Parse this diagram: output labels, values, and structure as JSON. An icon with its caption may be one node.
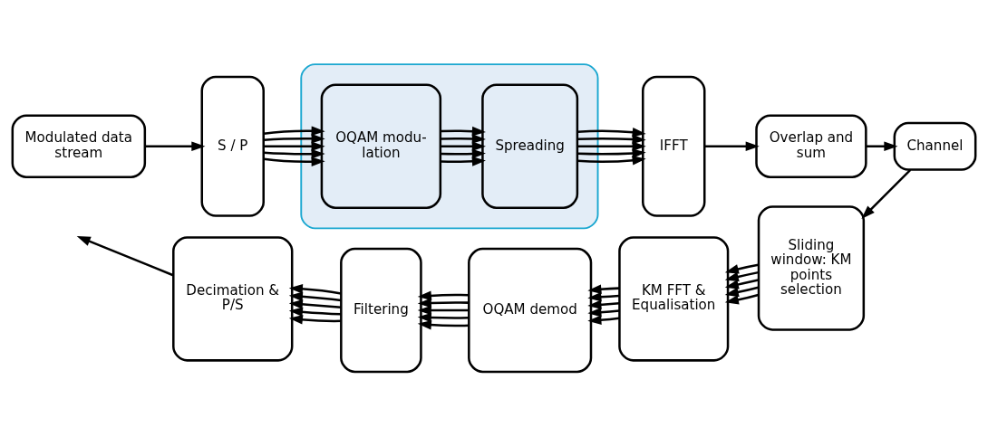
{
  "diagram": {
    "nodes": [
      {
        "text": [
          "Modulated data stream"
        ]
      },
      {
        "text": [
          "S / P"
        ]
      },
      {
        "text": [],
        "shape": "box"
      },
      {
        "text": [
          "OQAM modu- lation"
        ],
        "in": 2
      },
      {
        "text": [
          "Spreading"
        ],
        "in": 2
      },
      {
        "text": [
          "IFFT"
        ]
      },
      {
        "text": [
          "Overlap and sum"
        ]
      },
      {
        "text": [
          "Channel"
        ]
      },
      {
        "text": [
          "Sliding window: KM points selection"
        ]
      },
      {
        "text": [
          "KM FFT & Equalisation"
        ]
      },
      {
        "text": [
          "OQAM demod"
        ]
      },
      {
        "text": [
          "Filtering"
        ]
      },
      {
        "text": [
          "Decimation & P/S"
        ]
      }
    ],
    "edges": [
      {
        "from": 0,
        "to": 1,
        "arrow": "to"
      },
      {
        "from": 1,
        "to": 3,
        "arrow": "to"
      },
      {
        "from": 1,
        "to": 3,
        "arrow": "to"
      },
      {
        "from": 1,
        "to": 3,
        "arrow": "to"
      },
      {
        "from": 1,
        "to": 3,
        "arrow": "to"
      },
      {
        "from": 1,
        "to": 3,
        "arrow": "to"
      },
      {
        "from": 3,
        "to": 4,
        "arrow": "to"
      },
      {
        "from": 3,
        "to": 4,
        "arrow": "to"
      },
      {
        "from": 3,
        "to": 4,
        "arrow": "to"
      },
      {
        "from": 3,
        "to": 4,
        "arrow": "to"
      },
      {
        "from": 3,
        "to": 4,
        "arrow": "to"
      },
      {
        "from": 4,
        "to": 5,
        "arrow": "to"
      },
      {
        "from": 4,
        "to": 5,
        "arrow": "to"
      },
      {
        "from": 4,
        "to": 5,
        "arrow": "to"
      },
      {
        "from": 4,
        "to": 5,
        "arrow": "to"
      },
      {
        "from": 4,
        "to": 5,
        "arrow": "to"
      },
      {
        "from": 5,
        "to": 6,
        "arrow": "to"
      },
      {
        "from": 6,
        "to": 7,
        "arrow": "to"
      },
      {
        "from": 7,
        "to": 8,
        "arrow": "to"
      },
      {
        "from": 8,
        "to": 9,
        "arrow": "to"
      },
      {
        "from": 8,
        "to": 9,
        "arrow": "to"
      },
      {
        "from": 8,
        "to": 9,
        "arrow": "to"
      },
      {
        "from": 8,
        "to": 9,
        "arrow": "to"
      },
      {
        "from": 8,
        "to": 9,
        "arrow": "to"
      },
      {
        "from": 9,
        "to": 10,
        "arrow": "to"
      },
      {
        "from": 9,
        "to": 10,
        "arrow": "to"
      },
      {
        "from": 9,
        "to": 10,
        "arrow": "to"
      },
      {
        "from": 9,
        "to": 10,
        "arrow": "to"
      },
      {
        "from": 9,
        "to": 10,
        "arrow": "to"
      },
      {
        "from": 10,
        "to": 11,
        "arrow": "to"
      },
      {
        "from": 10,
        "to": 11,
        "arrow": "to"
      },
      {
        "from": 10,
        "to": 11,
        "arrow": "to"
      },
      {
        "from": 10,
        "to": 11,
        "arrow": "to"
      },
      {
        "from": 10,
        "to": 11,
        "arrow": "to"
      },
      {
        "from": 11,
        "to": 12,
        "arrow": "to"
      },
      {
        "from": 11,
        "to": 12,
        "arrow": "to"
      },
      {
        "from": 11,
        "to": 12,
        "arrow": "to"
      },
      {
        "from": 11,
        "to": 12,
        "arrow": "to"
      },
      {
        "from": 11,
        "to": 12,
        "arrow": "to"
      },
      {
        "from": 12,
        "to": null,
        "arrow": "to"
      }
    ]
  }
}
